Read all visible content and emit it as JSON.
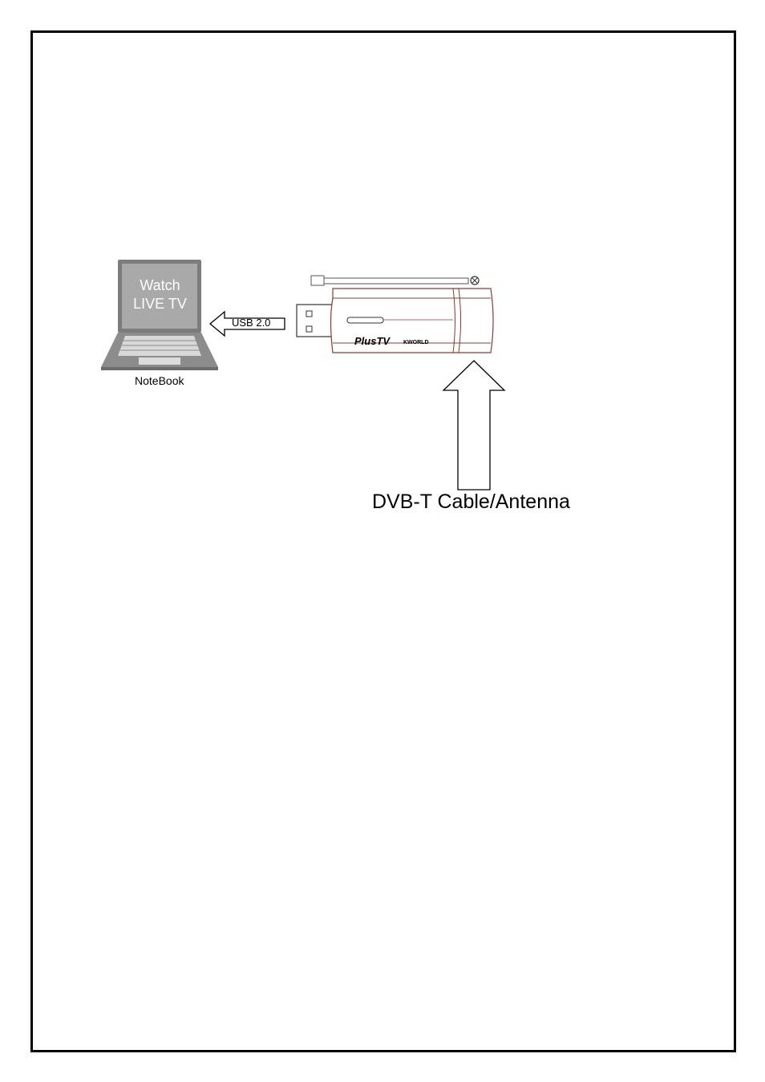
{
  "laptop": {
    "screen_line1": "Watch",
    "screen_line2": "LIVE TV",
    "caption": "NoteBook"
  },
  "connection": {
    "usb_label": "USB 2.0"
  },
  "device": {
    "brand": "PlusTV",
    "maker": "KWORLD"
  },
  "input": {
    "label": "DVB-T Cable/Antenna"
  },
  "colors": {
    "frame": "#000000",
    "laptop_gray": "#8a8a8a",
    "laptop_dark": "#6f6f6f",
    "device_outline": "#8b3a2e"
  }
}
